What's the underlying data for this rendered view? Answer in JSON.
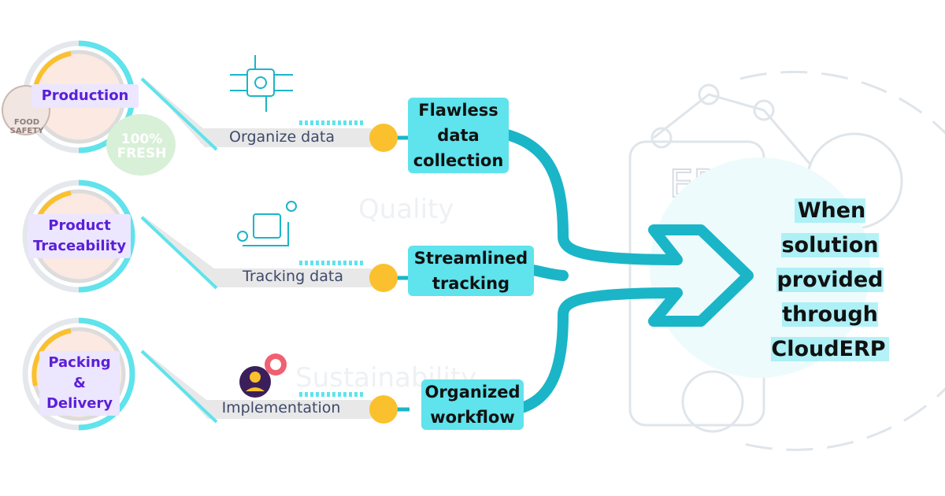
{
  "stages": [
    {
      "label": "Production"
    },
    {
      "label": "Product Traceability"
    },
    {
      "label": "Packing & Delivery"
    }
  ],
  "flows": [
    {
      "label": "Organize data",
      "icon": "chip-gear-icon"
    },
    {
      "label": "Tracking data",
      "icon": "package-route-icon"
    },
    {
      "label": "Implementation",
      "icon": "person-gears-icon"
    }
  ],
  "benefits": [
    {
      "label": "Flawless data collection"
    },
    {
      "label": "Streamlined tracking"
    },
    {
      "label": "Organized workflow"
    }
  ],
  "result": {
    "text": "When solution provided through CloudERP"
  },
  "background": {
    "erp_badge": "ERP",
    "watermark_1": "Quality",
    "watermark_2": "Sustainability"
  },
  "badges": {
    "food_safety": "FOOD SAFETY",
    "fresh": "100% FRESH"
  },
  "colors": {
    "teal": "#1bb5c8",
    "light_teal": "#5fe3ec",
    "yellow": "#fbc02d",
    "purple": "#5b1fd6",
    "lavender": "#ece6ff"
  }
}
